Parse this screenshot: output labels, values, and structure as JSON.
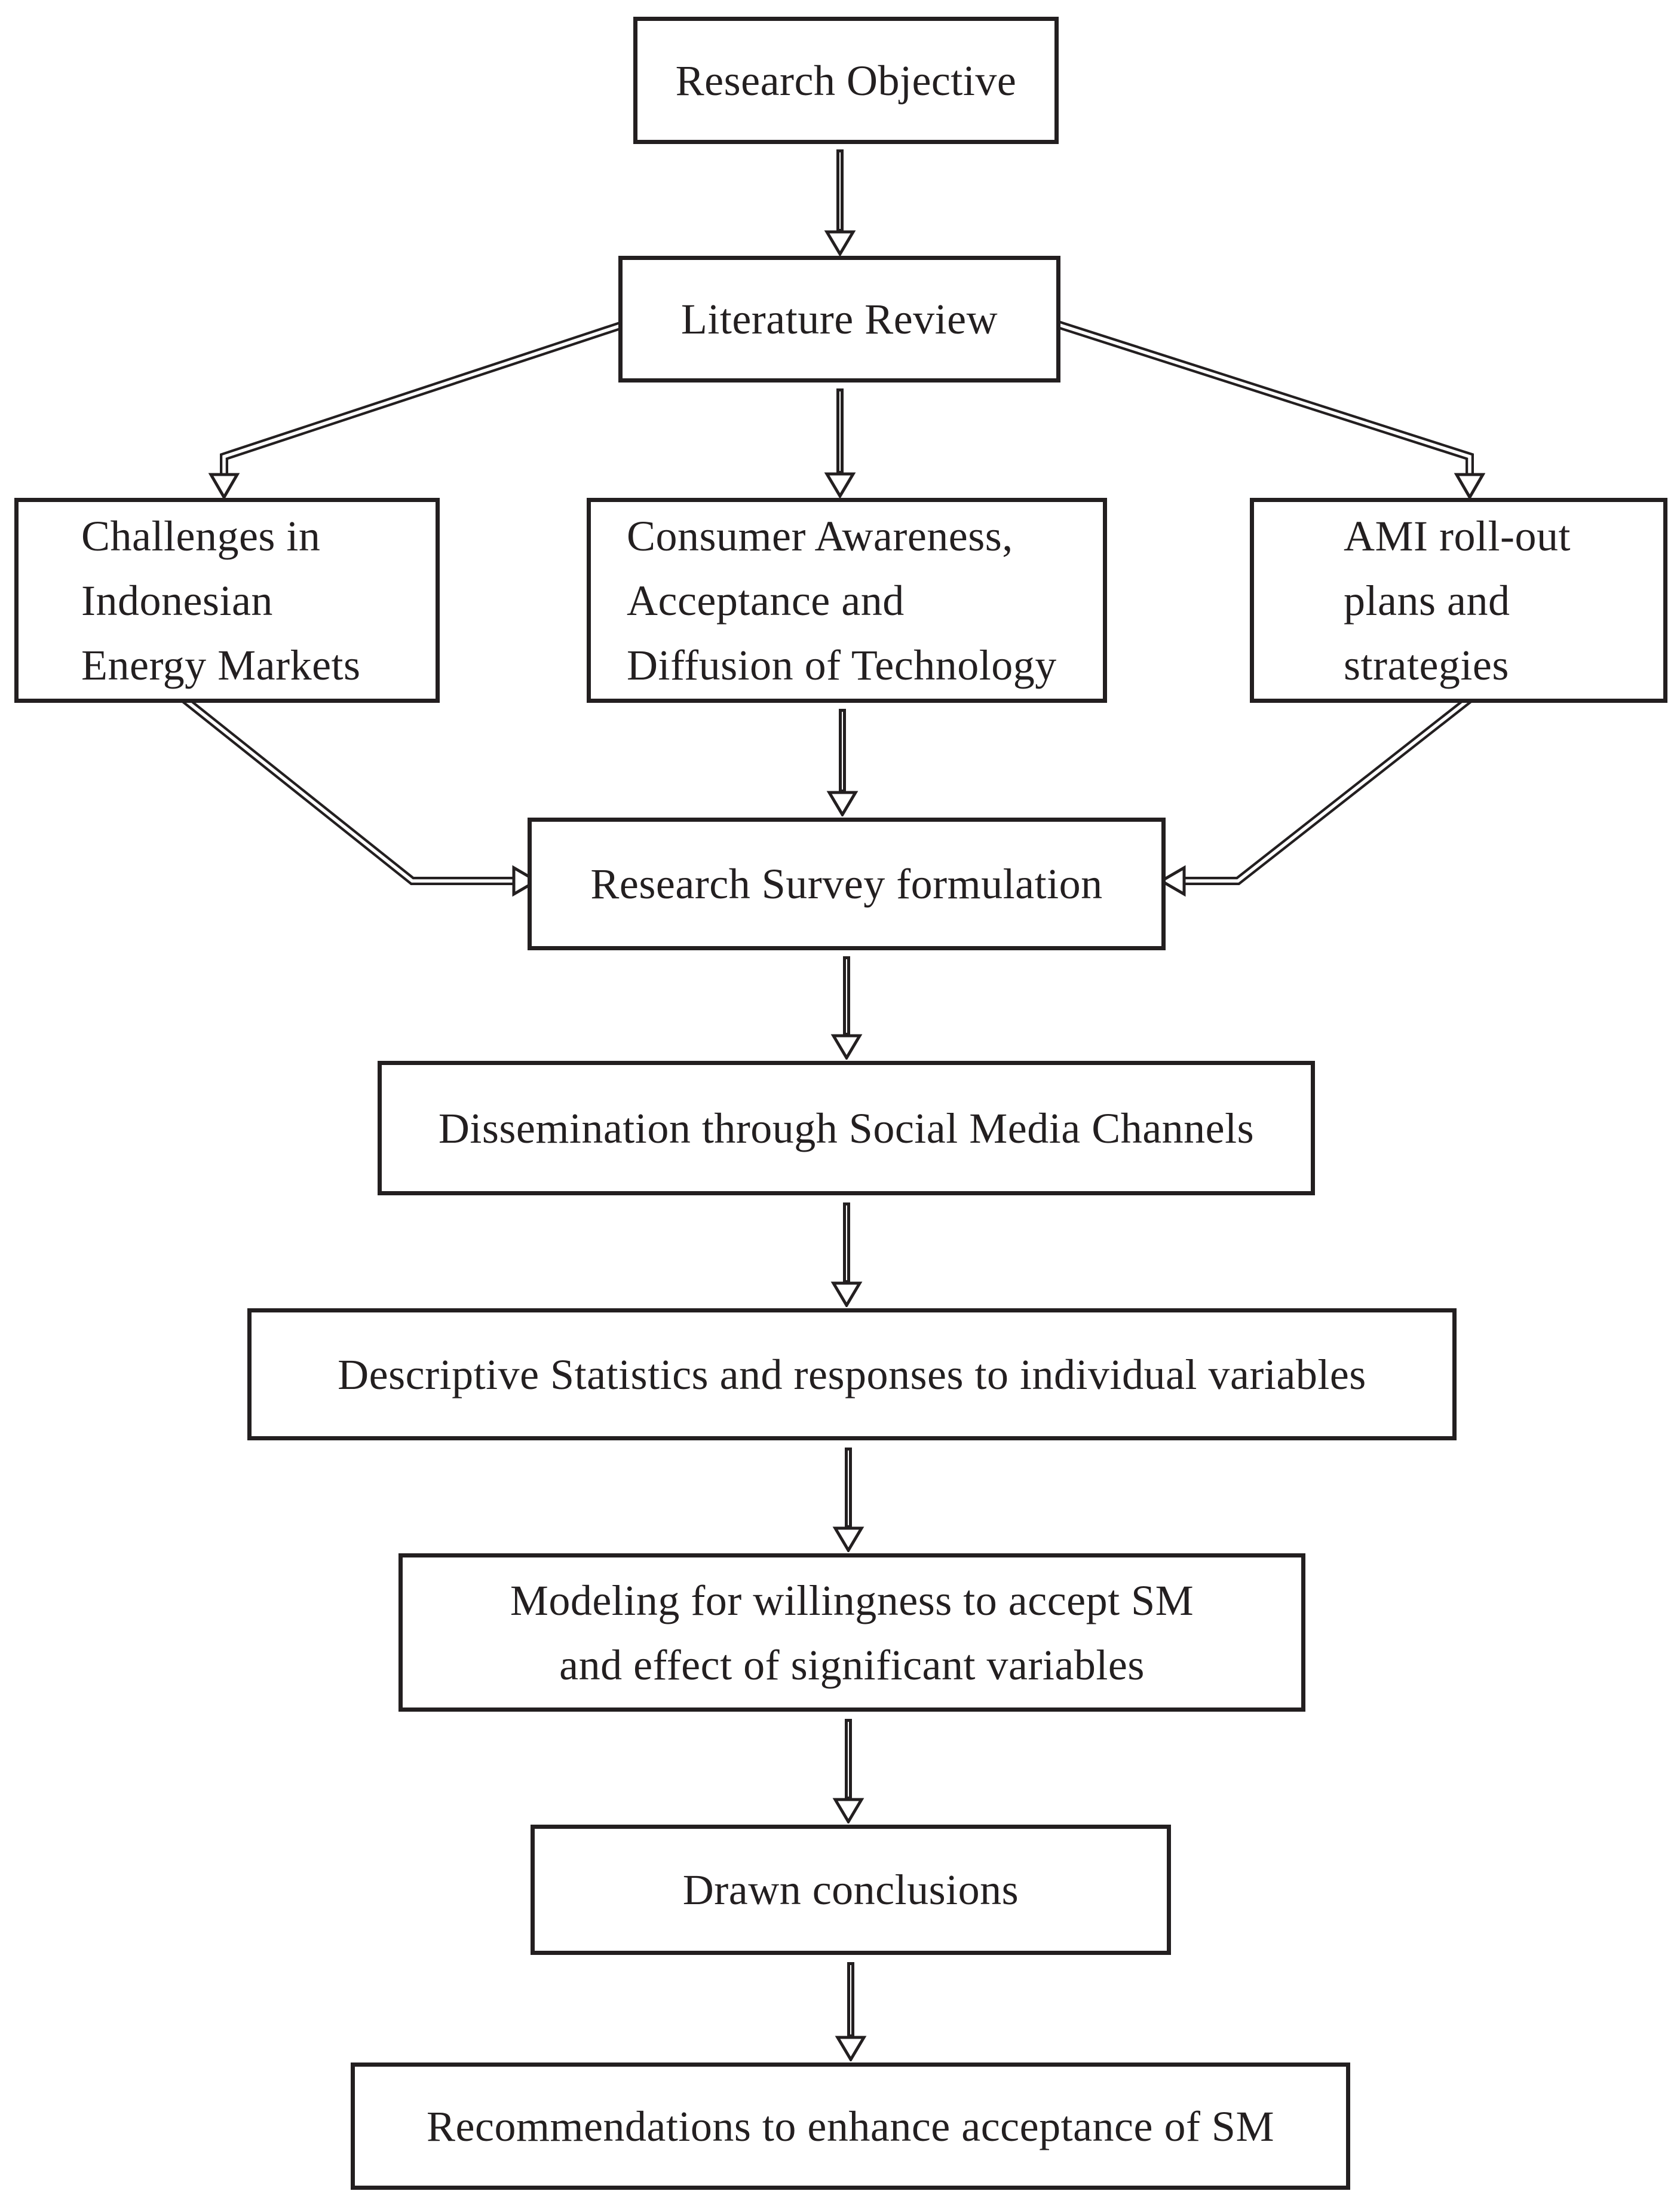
{
  "figure": {
    "background": "#ffffff",
    "line_color": "#231f20",
    "arrow_style": "hollow-outline"
  },
  "nodes": {
    "research_objective": {
      "label": "Research Objective"
    },
    "literature_review": {
      "label": "Literature Review"
    },
    "challenges": {
      "label": "Challenges in\nIndonesian\nEnergy Markets"
    },
    "consumer_awareness": {
      "label": "Consumer Awareness,\nAcceptance and\nDiffusion of Technology"
    },
    "ami_rollout": {
      "label": "AMI roll-out\nplans and\nstrategies"
    },
    "research_survey": {
      "label": "Research Survey formulation"
    },
    "dissemination": {
      "label": "Dissemination through Social Media Channels"
    },
    "descriptive_statistics": {
      "label": "Descriptive Statistics and responses to individual variables"
    },
    "modeling": {
      "label": "Modeling for willingness to accept SM\nand effect of significant variables"
    },
    "drawn_conclusions": {
      "label": "Drawn conclusions"
    },
    "recommendations": {
      "label": "Recommendations to enhance acceptance of SM"
    }
  },
  "edges": [
    {
      "from": "research_objective",
      "to": "literature_review"
    },
    {
      "from": "literature_review",
      "to": "challenges"
    },
    {
      "from": "literature_review",
      "to": "consumer_awareness"
    },
    {
      "from": "literature_review",
      "to": "ami_rollout"
    },
    {
      "from": "challenges",
      "to": "research_survey"
    },
    {
      "from": "consumer_awareness",
      "to": "research_survey"
    },
    {
      "from": "ami_rollout",
      "to": "research_survey"
    },
    {
      "from": "research_survey",
      "to": "dissemination"
    },
    {
      "from": "dissemination",
      "to": "descriptive_statistics"
    },
    {
      "from": "descriptive_statistics",
      "to": "modeling"
    },
    {
      "from": "modeling",
      "to": "drawn_conclusions"
    },
    {
      "from": "drawn_conclusions",
      "to": "recommendations"
    }
  ]
}
